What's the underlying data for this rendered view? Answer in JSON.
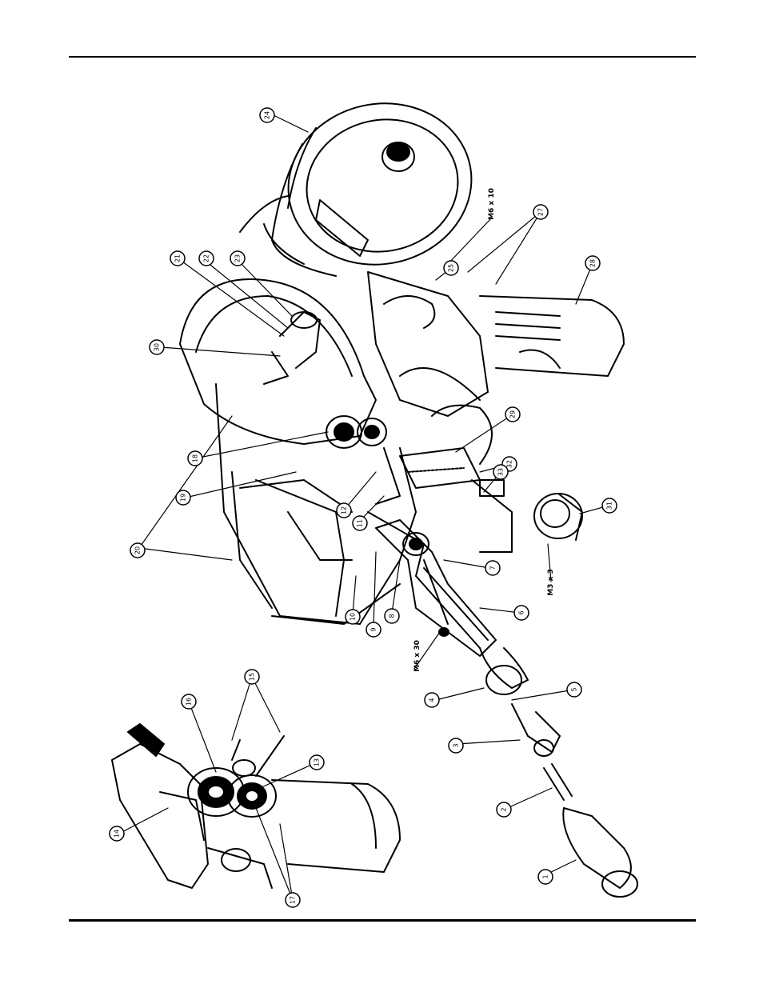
{
  "figure": {
    "callouts": [
      {
        "id": "c24",
        "label": "24"
      },
      {
        "id": "c21",
        "label": "21"
      },
      {
        "id": "c22",
        "label": "22"
      },
      {
        "id": "c23",
        "label": "23"
      },
      {
        "id": "c30",
        "label": "30"
      },
      {
        "id": "c18",
        "label": "18"
      },
      {
        "id": "c19",
        "label": "19"
      },
      {
        "id": "c12",
        "label": "12"
      },
      {
        "id": "c11",
        "label": "11"
      },
      {
        "id": "c20",
        "label": "20"
      },
      {
        "id": "c10",
        "label": "10"
      },
      {
        "id": "c9",
        "label": "9"
      },
      {
        "id": "c8",
        "label": "8"
      },
      {
        "id": "c7",
        "label": "7"
      },
      {
        "id": "c6",
        "label": "6"
      },
      {
        "id": "c4",
        "label": "4"
      },
      {
        "id": "c5",
        "label": "5"
      },
      {
        "id": "c3",
        "label": "3"
      },
      {
        "id": "c2",
        "label": "2"
      },
      {
        "id": "c1",
        "label": "1"
      },
      {
        "id": "c25",
        "label": "25"
      },
      {
        "id": "c27",
        "label": "27"
      },
      {
        "id": "c28",
        "label": "28"
      },
      {
        "id": "c29",
        "label": "29"
      },
      {
        "id": "c32",
        "label": "32"
      },
      {
        "id": "c33",
        "label": "33"
      },
      {
        "id": "c31",
        "label": "31"
      },
      {
        "id": "c16",
        "label": "16"
      },
      {
        "id": "c15",
        "label": "15"
      },
      {
        "id": "c13",
        "label": "13"
      },
      {
        "id": "c14",
        "label": "14"
      },
      {
        "id": "c17",
        "label": "17"
      }
    ],
    "dimension_notes": {
      "m6x10": "M6 x 10",
      "m6x30": "M6 x 30",
      "m3x3": "M3 x 3"
    }
  }
}
